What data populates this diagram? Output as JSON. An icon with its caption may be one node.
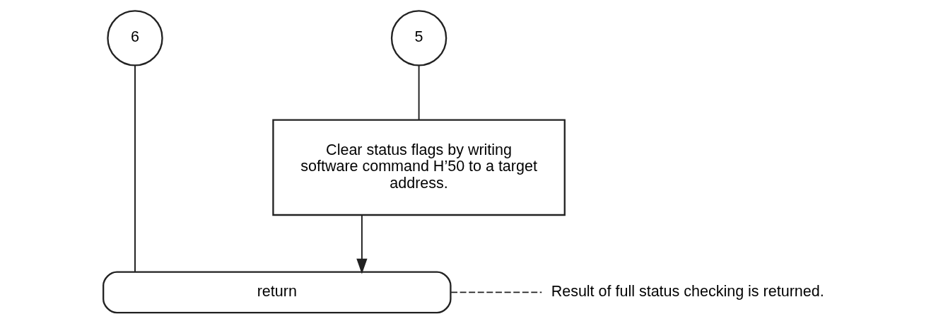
{
  "diagram": {
    "nodes": [
      {
        "text": [
          "6"
        ]
      },
      {
        "text": [
          "5"
        ]
      },
      {
        "text": [
          "Clear status flags by writing software command H’50 to a target address."
        ]
      },
      {
        "text": [
          "return"
        ]
      },
      {
        "text": [
          "Result of full status checking is returned."
        ]
      }
    ],
    "edges": [
      {
        "from": 0,
        "to": 3,
        "arrow": "none"
      },
      {
        "from": 1,
        "to": 2,
        "arrow": "none"
      },
      {
        "from": 2,
        "to": 3,
        "arrow": "to"
      },
      {
        "from": 3,
        "to": 4,
        "arrow": "none",
        "style": "dashed"
      }
    ]
  }
}
